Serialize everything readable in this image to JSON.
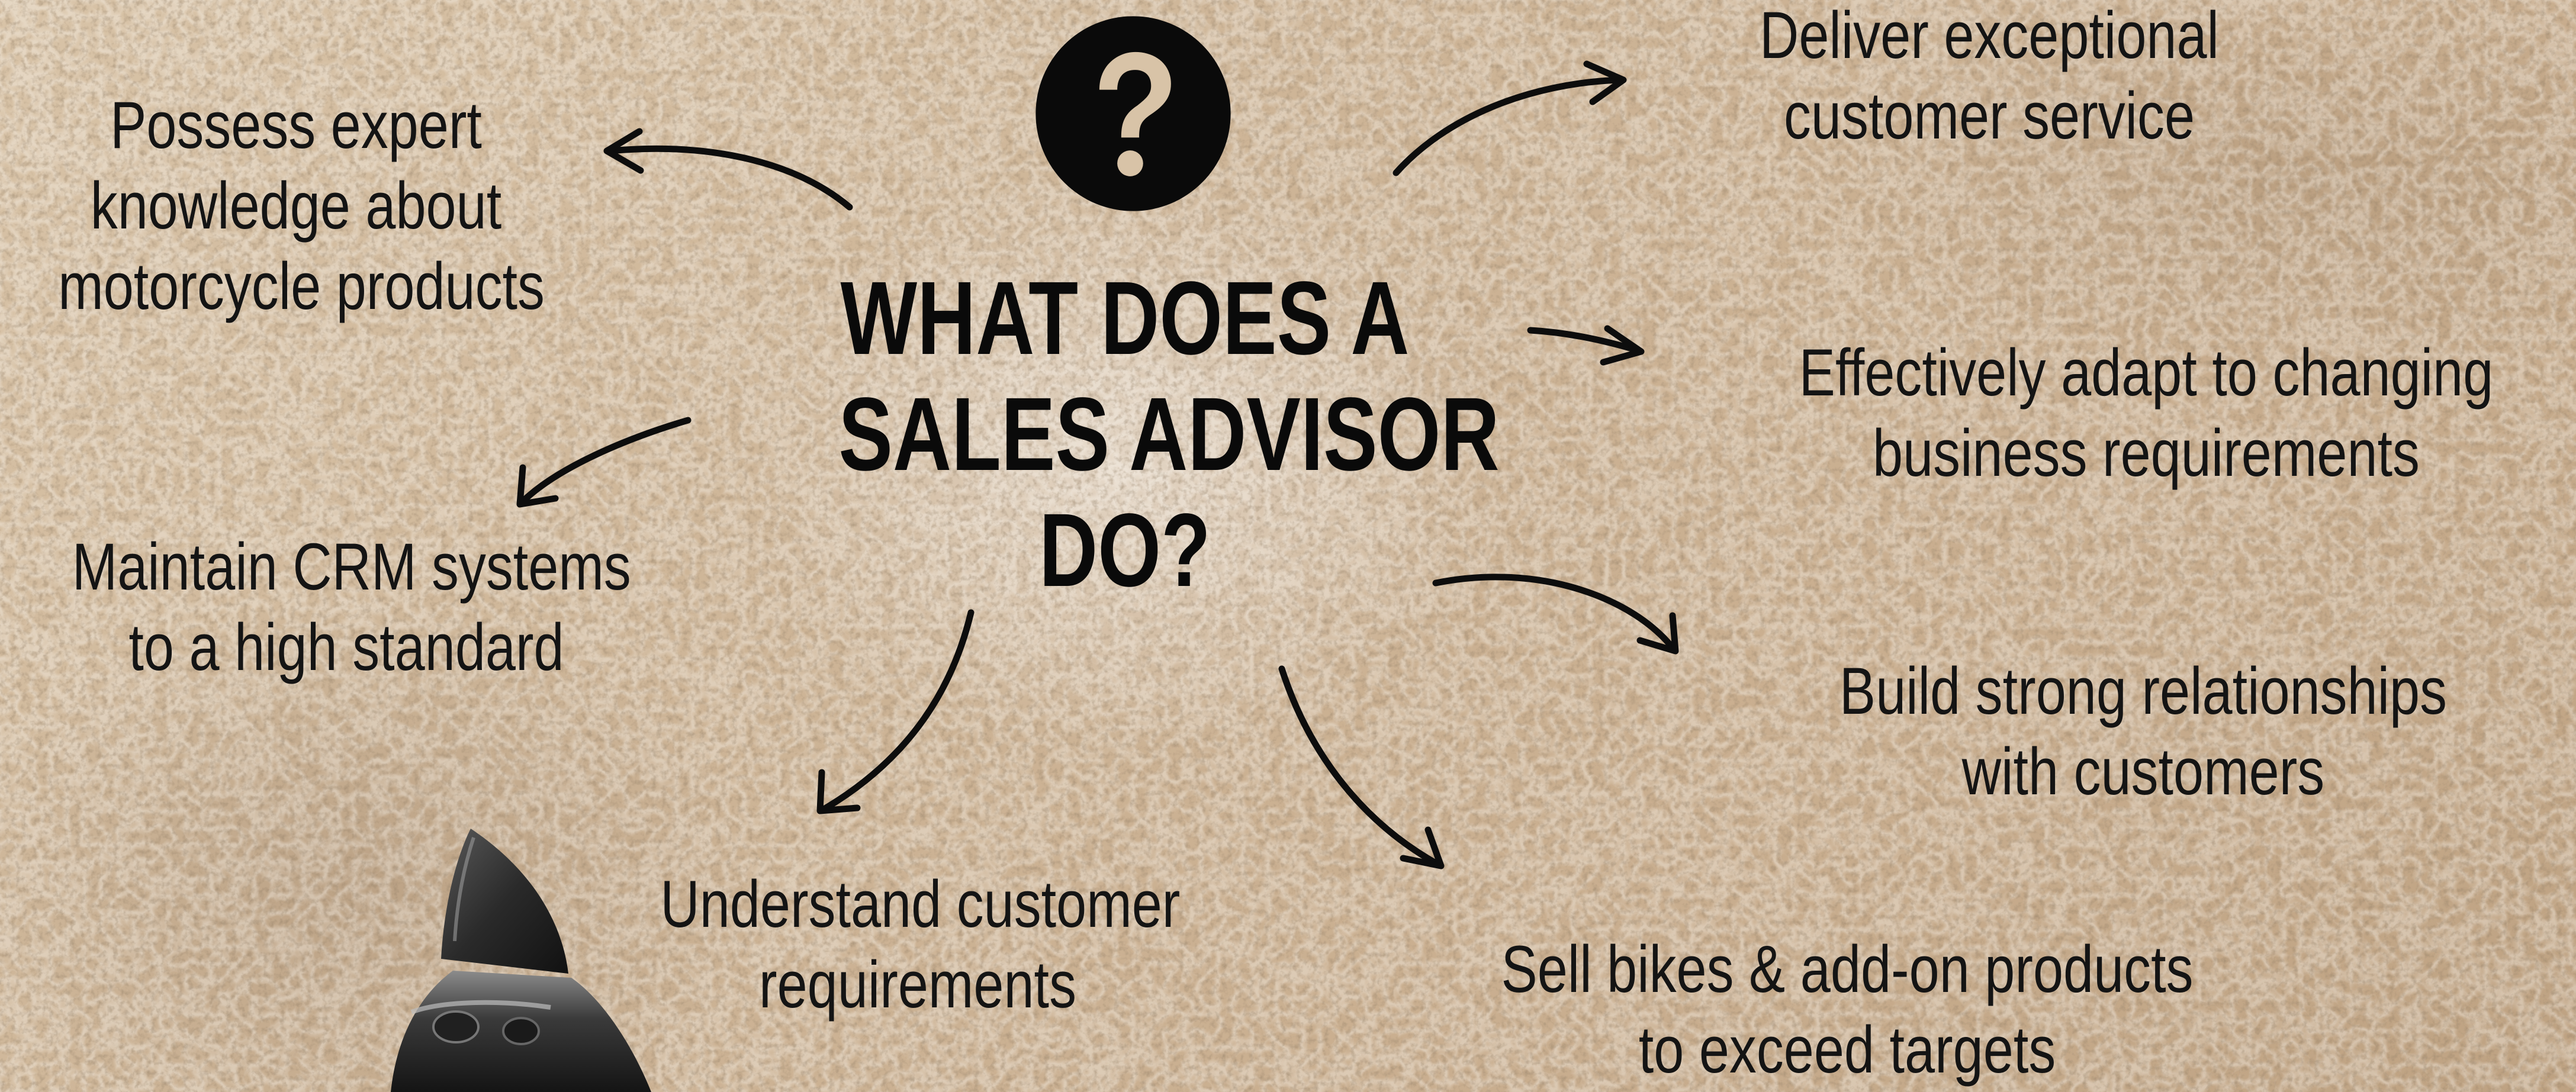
{
  "title_lines": [
    "WHAT DOES A",
    "SALES ADVISOR",
    "DO?"
  ],
  "icon": "question-mark-circle-icon",
  "colors": {
    "text": "#141414",
    "background": "#cdb496",
    "icon": "#0a0a0a"
  },
  "duties": {
    "expert_knowledge": [
      "Possess expert",
      "knowledge about",
      "motorcycle products"
    ],
    "customer_service": [
      "Deliver exceptional",
      "customer service"
    ],
    "adapt": [
      "Effectively adapt to changing",
      "business requirements"
    ],
    "crm": [
      "Maintain CRM systems",
      "to a high standard"
    ],
    "relationships": [
      "Build strong relationships",
      "with customers"
    ],
    "understand": [
      "Understand customer",
      "requirements"
    ],
    "sell": [
      "Sell bikes & add-on products",
      "to exceed targets"
    ]
  },
  "decoration": "motorcycle-windscreen-image"
}
